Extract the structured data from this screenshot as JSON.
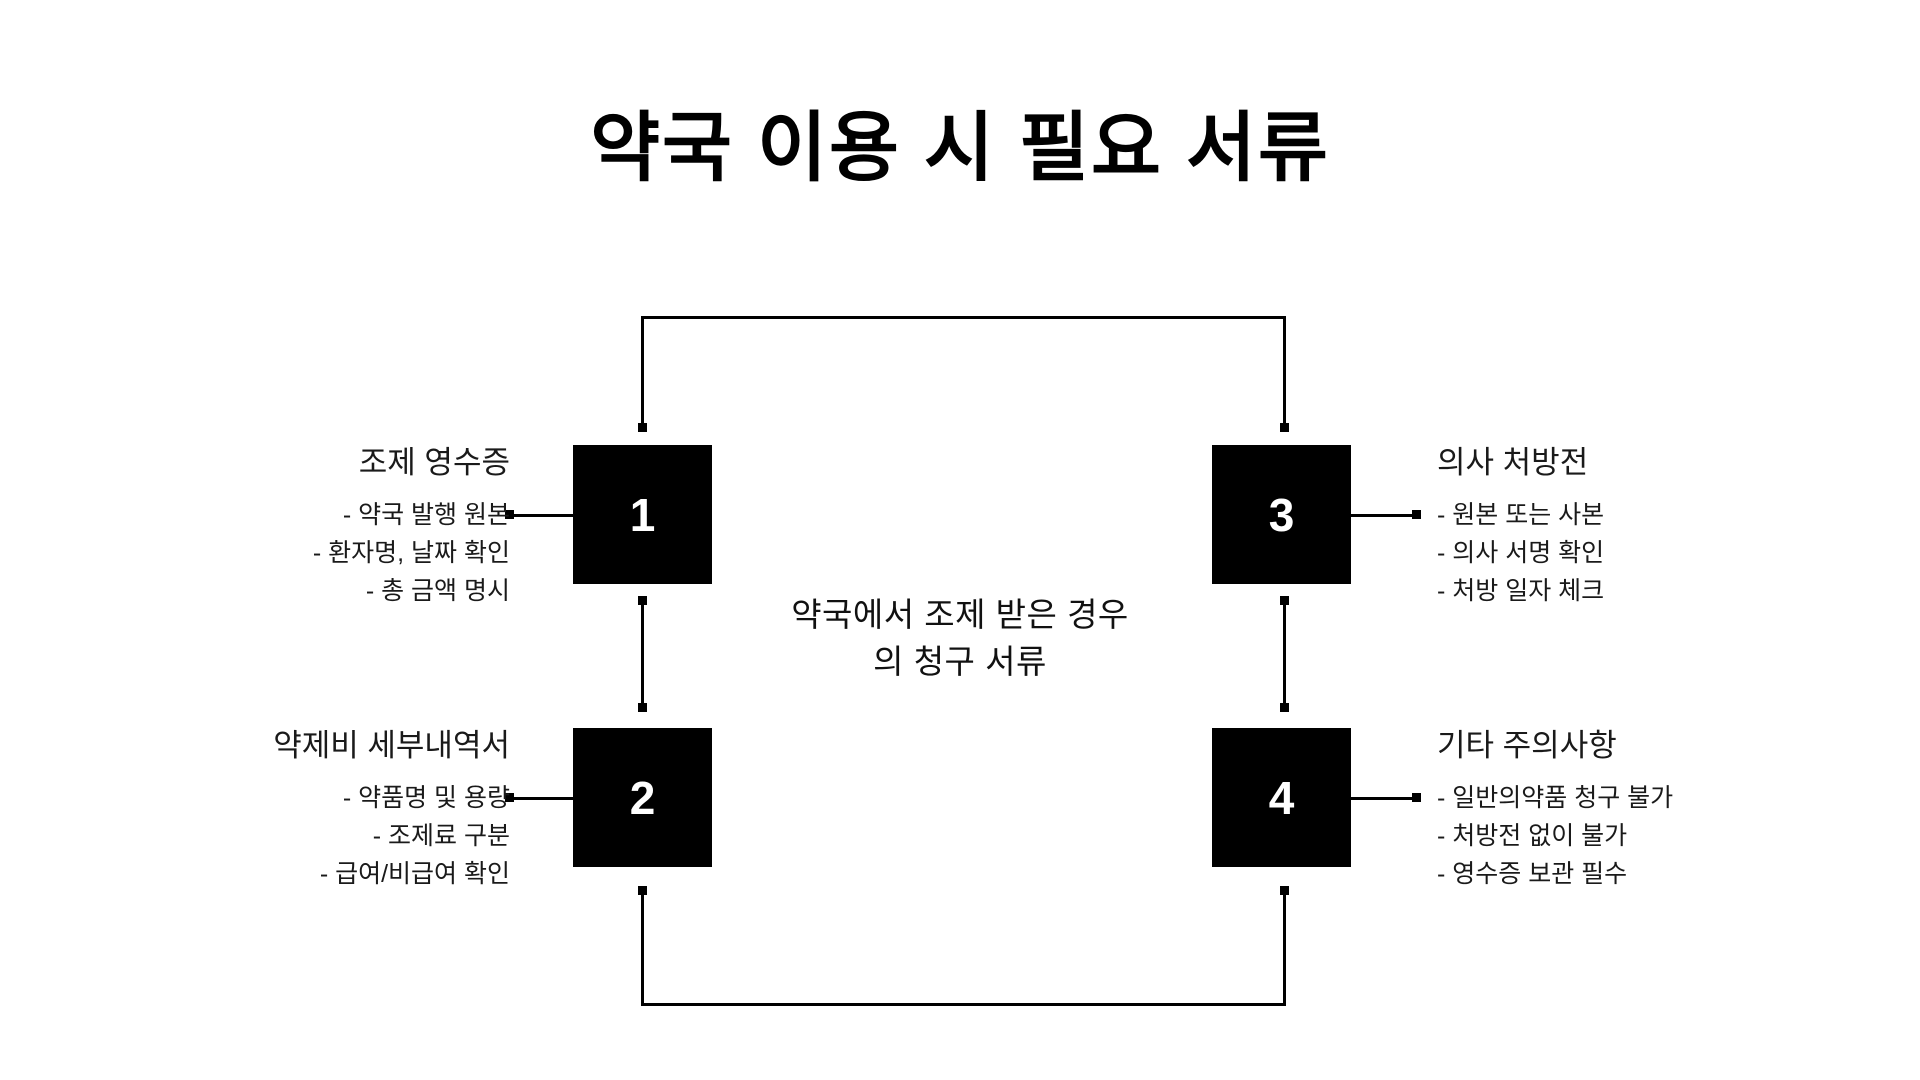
{
  "title": "약국 이용 시 필요 서류",
  "center_caption": {
    "line1": "약국에서 조제 받은 경우",
    "line2": "의 청구 서류"
  },
  "nodes": [
    {
      "number": "1",
      "position": "top-left"
    },
    {
      "number": "2",
      "position": "bottom-left"
    },
    {
      "number": "3",
      "position": "top-right"
    },
    {
      "number": "4",
      "position": "bottom-right"
    }
  ],
  "labels": {
    "node1": {
      "heading": "조제 영수증",
      "bullets": [
        "- 약국 발행 원본",
        "- 환자명, 날짜 확인",
        "- 총 금액 명시"
      ]
    },
    "node2": {
      "heading": "약제비 세부내역서",
      "bullets": [
        "- 약품명 및 용량",
        "- 조제료 구분",
        "- 급여/비급여 확인"
      ]
    },
    "node3": {
      "heading": "의사 처방전",
      "bullets": [
        "- 원본 또는 사본",
        "- 의사 서명 확인",
        "- 처방 일자 체크"
      ]
    },
    "node4": {
      "heading": "기타 주의사항",
      "bullets": [
        "- 일반의약품 청구 불가",
        "- 처방전 없이 불가",
        "- 영수증 보관 필수"
      ]
    }
  },
  "colors": {
    "background": "#ffffff",
    "node_fill": "#000000",
    "node_text": "#ffffff",
    "text": "#111111",
    "connector": "#000000"
  }
}
